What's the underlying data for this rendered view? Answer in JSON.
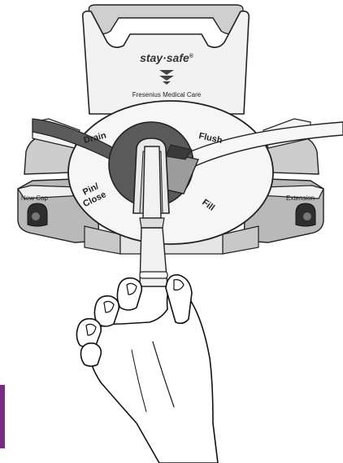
{
  "device": {
    "brand": "stay·safe",
    "brand_mark": "®",
    "manufacturer": "Fresenius Medical Care"
  },
  "labels": {
    "drain": "Drain",
    "flush": "Flush",
    "fill": "Fill",
    "pin_close_line1": "Pin/",
    "pin_close_line2": "Close",
    "new_cap": "New Cap",
    "extension": "Extension"
  },
  "colors": {
    "accent_bar": "#7a2b86",
    "dial_dark": "#555555",
    "body_grey": "#d9d9d9",
    "shadow_grey": "#a9a9a9"
  }
}
